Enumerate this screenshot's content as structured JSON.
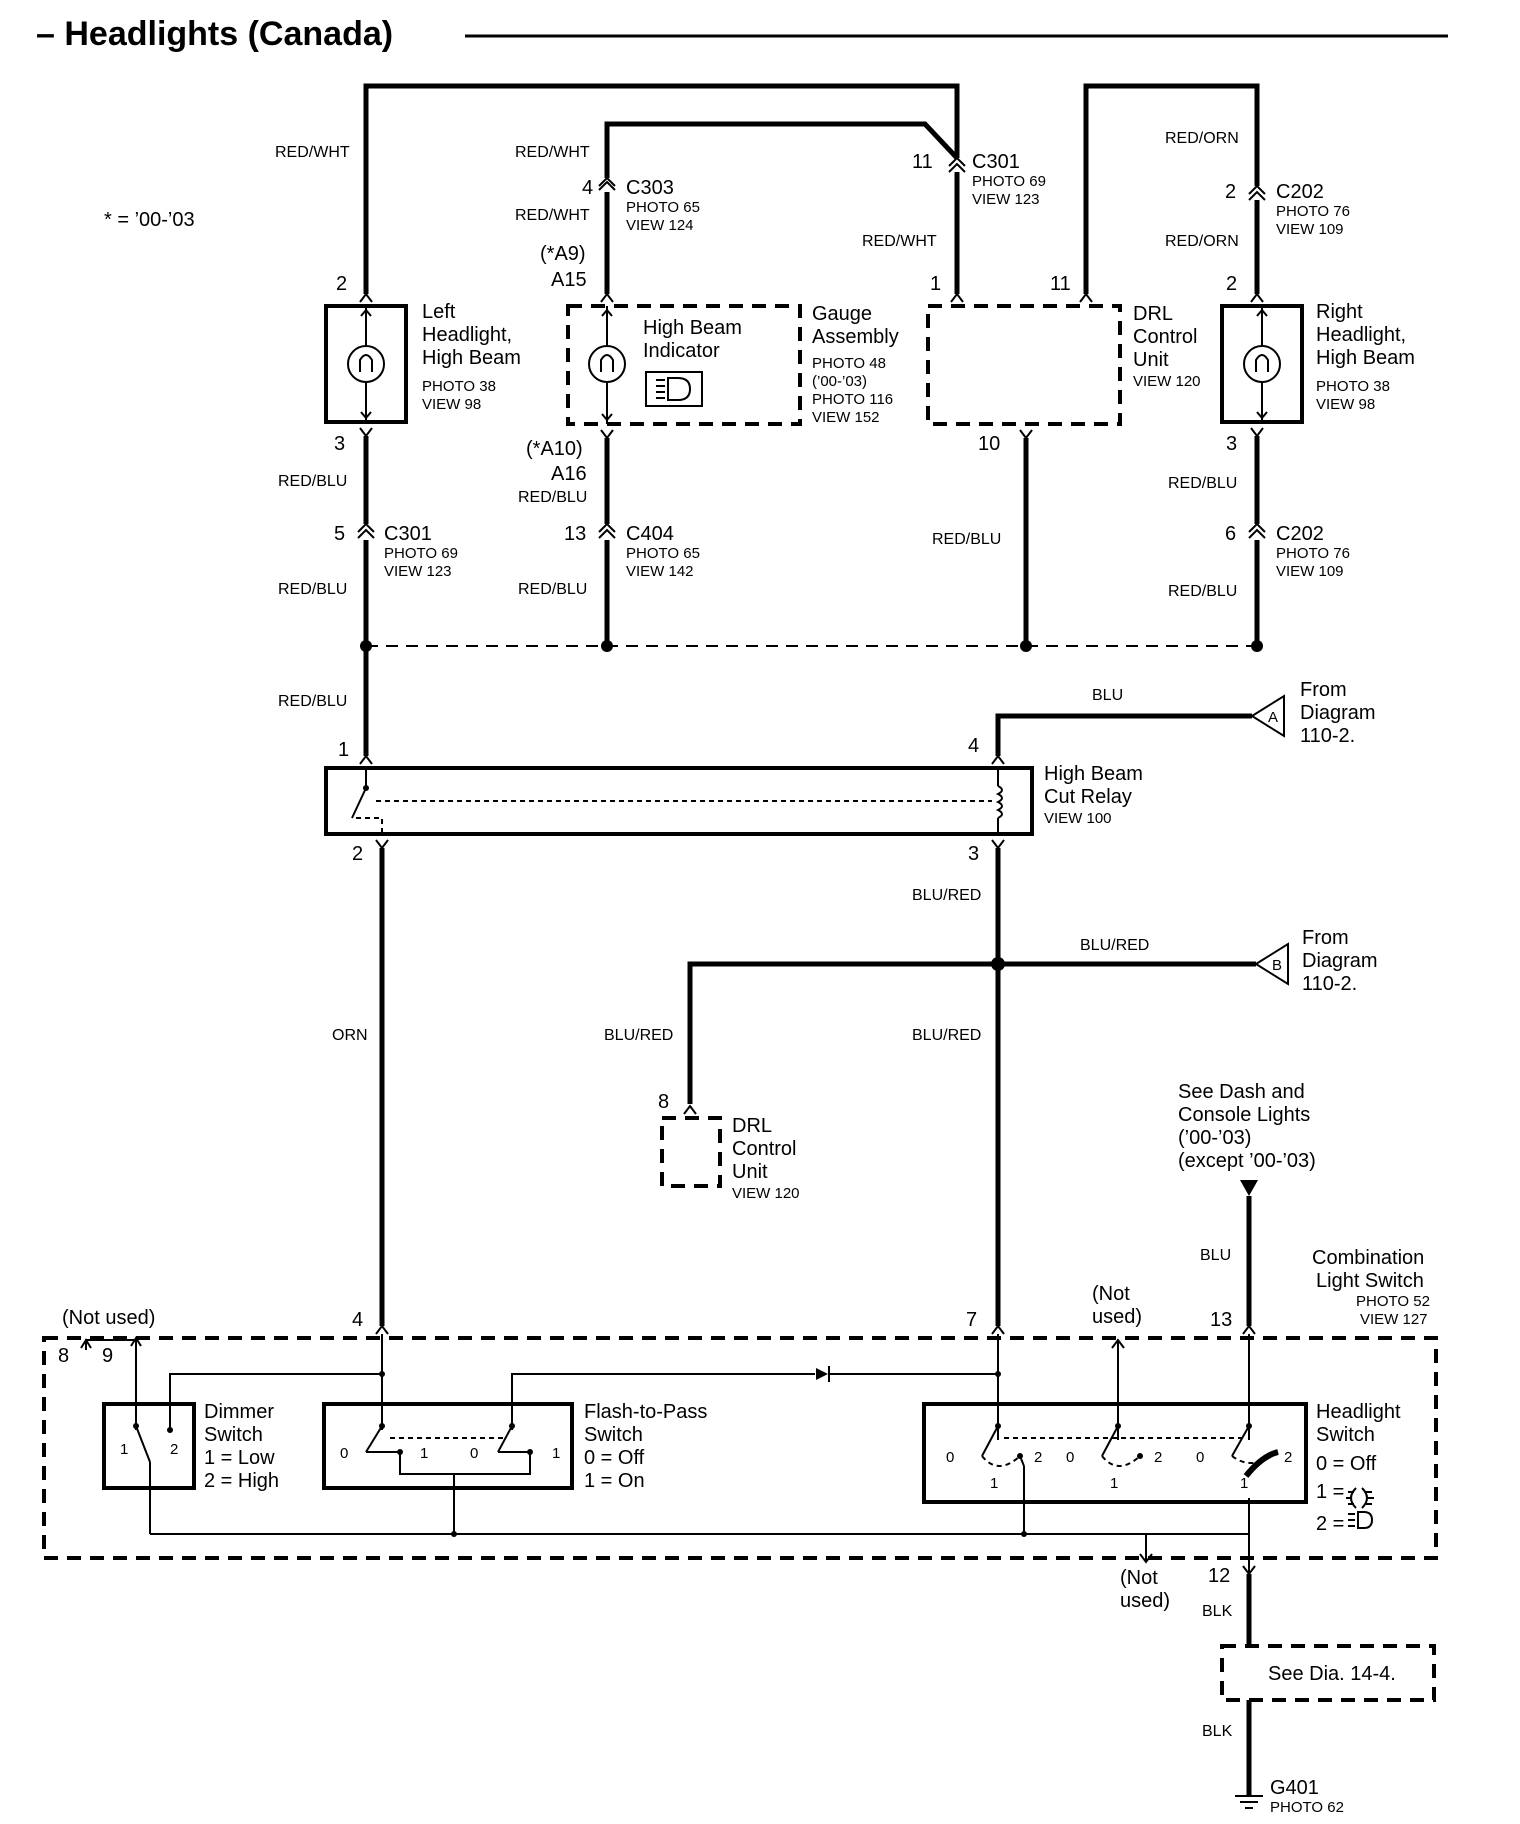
{
  "title": "– Headlights (Canada)",
  "legend": "* =  ’00-’03",
  "connectors": {
    "c301_top": {
      "id": "C301",
      "photo": "PHOTO 69",
      "view": "VIEW 123",
      "pin": "11"
    },
    "c303": {
      "id": "C303",
      "photo": "PHOTO 65",
      "view": "VIEW 124",
      "pin": "4"
    },
    "c202_top": {
      "id": "C202",
      "photo": "PHOTO 76",
      "view": "VIEW 109",
      "pin": "2"
    },
    "c301_bot": {
      "id": "C301",
      "photo": "PHOTO 69",
      "view": "VIEW 123",
      "pin": "5"
    },
    "c404": {
      "id": "C404",
      "photo": "PHOTO 65",
      "view": "VIEW 142",
      "pin": "13"
    },
    "c202_bot": {
      "id": "C202",
      "photo": "PHOTO 76",
      "view": "VIEW 109",
      "pin": "6"
    }
  },
  "components": {
    "left_headlight": {
      "line1": "Left",
      "line2": "Headlight,",
      "line3": "High Beam",
      "photo": "PHOTO 38",
      "view": "VIEW 98",
      "pin_top": "2",
      "pin_bot": "3"
    },
    "high_beam_indicator": {
      "line1": "High Beam",
      "line2": "Indicator",
      "pin_top_alt": "(*A9)",
      "pin_top": "A15",
      "pin_bot_alt": "(*A10)",
      "pin_bot": "A16"
    },
    "gauge_assembly": {
      "line1": "Gauge",
      "line2": "Assembly",
      "photo1": "PHOTO 48",
      "years": "(’00-’03)",
      "photo2": "PHOTO 116",
      "view": "VIEW 152"
    },
    "drl_top": {
      "line1": "DRL",
      "line2": "Control",
      "line3": "Unit",
      "view": "VIEW 120",
      "pin1": "1",
      "pin11": "11",
      "pin10": "10"
    },
    "right_headlight": {
      "line1": "Right",
      "line2": "Headlight,",
      "line3": "High Beam",
      "photo": "PHOTO 38",
      "view": "VIEW 98",
      "pin_top": "2",
      "pin_bot": "3"
    },
    "relay": {
      "line1": "High Beam",
      "line2": "Cut Relay",
      "view": "VIEW 100",
      "pin1": "1",
      "pin2": "2",
      "pin3": "3",
      "pin4": "4"
    },
    "drl_bottom": {
      "line1": "DRL",
      "line2": "Control",
      "line3": "Unit",
      "view": "VIEW 120",
      "pin": "8"
    },
    "combo_switch": {
      "line1": "Combination",
      "line2": "Light Switch",
      "photo": "PHOTO 52",
      "view": "VIEW 127",
      "pin8": "8",
      "pin9": "9",
      "pin4": "4",
      "pin7": "7",
      "pin13": "13",
      "pin12": "12",
      "not_used_left": "(Not used)",
      "not_used_mid1": "(Not",
      "not_used_mid2": "used)",
      "not_used_bot1": "(Not",
      "not_used_bot2": "used)"
    },
    "dimmer": {
      "line1": "Dimmer",
      "line2": "Switch",
      "line3": "1 =  Low",
      "line4": "2 =  High",
      "p1": "1",
      "p2": "2"
    },
    "flash": {
      "line1": "Flash-to-Pass",
      "line2": "Switch",
      "line3": "0 =  Off",
      "line4": "1 =  On",
      "p0": "0",
      "p1": "1"
    },
    "headlight_switch": {
      "line1": "Headlight",
      "line2": "Switch",
      "line3": "0 =  Off",
      "line4": "1 =",
      "line5": "2 =",
      "p0": "0",
      "p1": "1",
      "p2": "2"
    },
    "see_dash": {
      "line1": "See Dash and",
      "line2": "Console Lights",
      "line3": "(’00-’03)",
      "line4": "(except ’00-’03)"
    },
    "see_dia": "See Dia.  14-4.",
    "ground": {
      "id": "G401",
      "photo": "PHOTO 62"
    }
  },
  "from_a": {
    "letter": "A",
    "line1": "From",
    "line2": "Diagram",
    "line3": "110-2."
  },
  "from_b": {
    "letter": "B",
    "line1": "From",
    "line2": "Diagram",
    "line3": "110-2."
  },
  "wires": {
    "red_wht": "RED/WHT",
    "red_orn": "RED/ORN",
    "red_blu": "RED/BLU",
    "blu": "BLU",
    "blu_red": "BLU/RED",
    "orn": "ORN",
    "blk": "BLK"
  },
  "icons": [
    "high-beam-icon",
    "parking-light-icon",
    "lamp-icon",
    "ground-icon",
    "diode-icon"
  ]
}
